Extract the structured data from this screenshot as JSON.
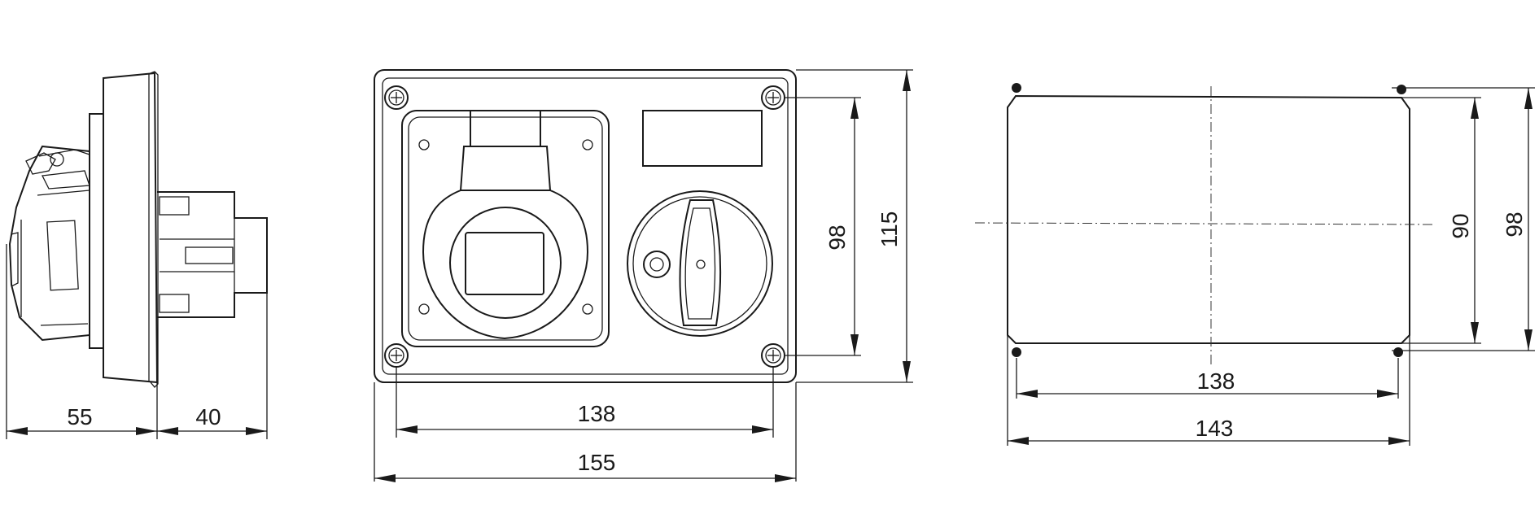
{
  "dimensions": {
    "side_depth_a": "55",
    "side_depth_b": "40",
    "front_hole_width": "138",
    "front_total_width": "155",
    "front_hole_height": "98",
    "front_total_height": "115",
    "rear_hole_width": "138",
    "rear_total_width": "143",
    "rear_hole_height": "90",
    "rear_total_height": "98"
  }
}
